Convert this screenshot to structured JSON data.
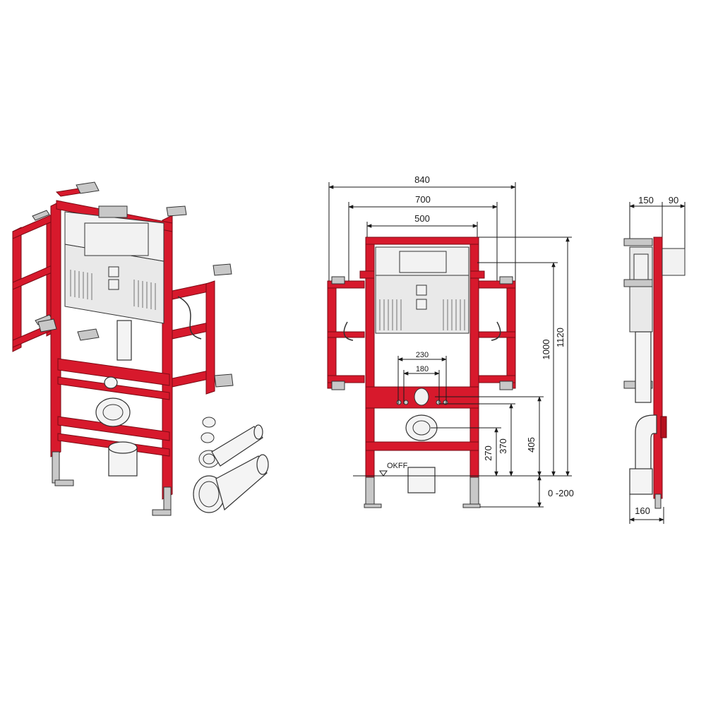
{
  "colors": {
    "frame_red": "#d7192c",
    "frame_outline": "#7a0a14",
    "line": "#1a1a1a",
    "cistern_grey": "#e9e9e9"
  },
  "front_view": {
    "width_labels": [
      "840",
      "700",
      "500"
    ],
    "flush_pipe_labels": [
      "230",
      "180"
    ],
    "height_labels": [
      "1000",
      "1120"
    ],
    "connection_heights": [
      "405",
      "370",
      "270"
    ],
    "leg_adjust_label": "0 -200",
    "floor_label": "OKFF"
  },
  "side_view": {
    "depth_labels": [
      "150",
      "90"
    ],
    "bottom_label": "160"
  }
}
